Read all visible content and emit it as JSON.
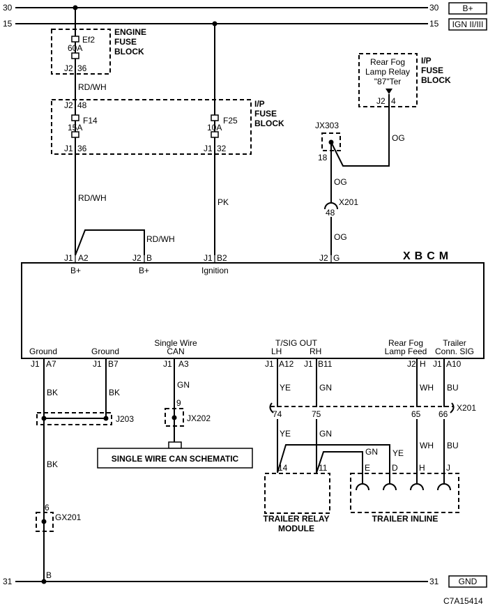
{
  "rails": {
    "b_plus": {
      "num": "30",
      "label": "B+"
    },
    "ign": {
      "num": "15",
      "label": "IGN II/III"
    },
    "gnd": {
      "num": "31",
      "label": "GND"
    }
  },
  "engine_fuse_block": {
    "title": [
      "ENGINE",
      "FUSE",
      "BLOCK"
    ],
    "fuse": "Ef2",
    "rating": "60A",
    "conn": "J2",
    "pin": "36"
  },
  "ip_fuse_block": {
    "title": [
      "I/P",
      "FUSE",
      "BLOCK"
    ],
    "top_conn": "J2",
    "top_pin": "48",
    "f14": {
      "name": "F14",
      "rating": "15A",
      "conn": "J1",
      "pin": "36"
    },
    "f25": {
      "name": "F25",
      "rating": "10A",
      "conn": "J1",
      "pin": "32"
    }
  },
  "rear_fog_relay": {
    "label": [
      "Rear Fog",
      "Lamp Relay",
      "\"87\"Ter"
    ],
    "title": [
      "I/P",
      "FUSE",
      "BLOCK"
    ],
    "conn": "J2",
    "pin": "4"
  },
  "wires": {
    "rdwh": "RD/WH",
    "pk": "PK",
    "og": "OG",
    "bk": "BK",
    "gn": "GN",
    "ye": "YE",
    "wh": "WH",
    "bu": "BU"
  },
  "jx303": {
    "name": "JX303",
    "pin": "18"
  },
  "x201_top": {
    "name": "X201",
    "pin": "48"
  },
  "xbcm": {
    "title": "XBCM",
    "top_pins": [
      {
        "conn": "J1",
        "pin": "A2",
        "label": "B+"
      },
      {
        "conn": "J2",
        "pin": "B",
        "label": "B+"
      },
      {
        "conn": "J1",
        "pin": "B2",
        "label": "Ignition"
      },
      {
        "conn": "J2",
        "pin": "G",
        "label": ""
      }
    ],
    "bottom_labels": {
      "ground1": "Ground",
      "ground2": "Ground",
      "can1": "Single Wire",
      "can2": "CAN",
      "tsig": "T/SIG OUT",
      "lh": "LH",
      "rh": "RH",
      "fog1": "Rear Fog",
      "fog2": "Lamp Feed",
      "trl1": "Trailer",
      "trl2": "Conn. SIG"
    },
    "bottom_pins": [
      {
        "conn": "J1",
        "pin": "A7"
      },
      {
        "conn": "J1",
        "pin": "B7"
      },
      {
        "conn": "J1",
        "pin": "A3"
      },
      {
        "conn": "J1",
        "pin": "A12"
      },
      {
        "conn": "J1",
        "pin": "B11"
      },
      {
        "conn": "J2",
        "pin": "H"
      },
      {
        "conn": "J1",
        "pin": "A10"
      }
    ]
  },
  "j203": {
    "name": "J203"
  },
  "jx202": {
    "name": "JX202",
    "pin": "9"
  },
  "can_schematic": {
    "label": "SINGLE WIRE CAN SCHEMATIC"
  },
  "x201_bottom": {
    "name": "X201",
    "pins": [
      "74",
      "75",
      "65",
      "66"
    ]
  },
  "gx201": {
    "name": "GX201",
    "pin": "6",
    "gnd_pin": "B"
  },
  "trailer_relay": {
    "title": [
      "TRAILER RELAY",
      "MODULE"
    ],
    "pins": [
      "14",
      "11"
    ]
  },
  "trailer_inline": {
    "title": "TRAILER INLINE",
    "pins": [
      "E",
      "D",
      "H",
      "J"
    ]
  },
  "figure_id": "C7A15414"
}
